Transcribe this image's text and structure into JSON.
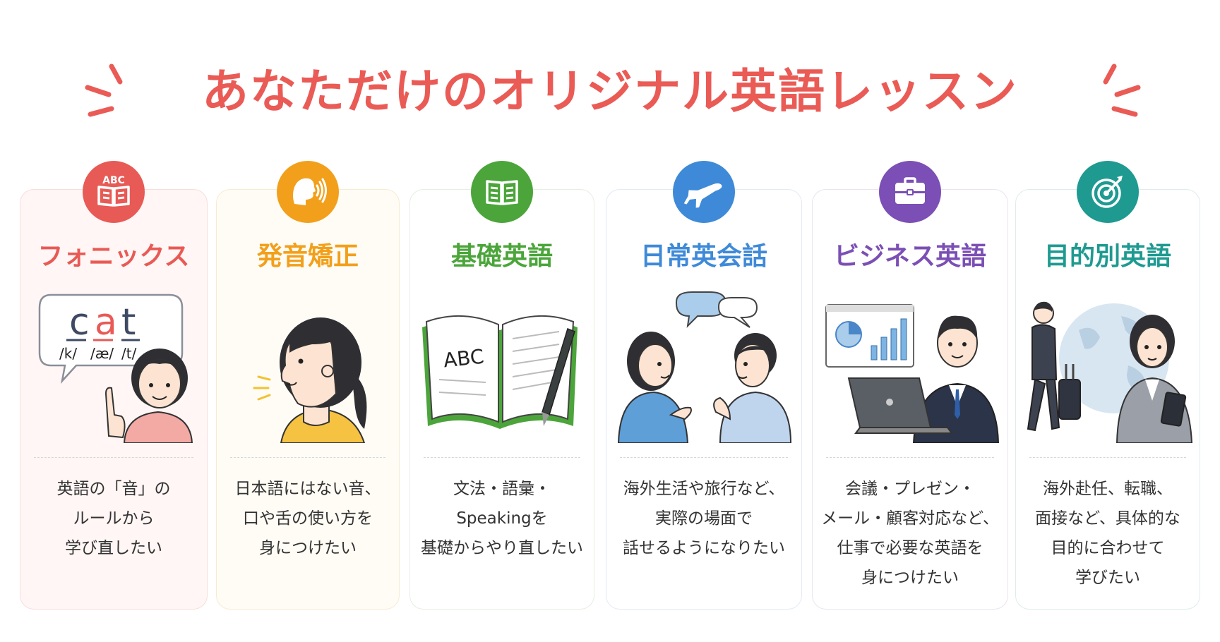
{
  "title": {
    "text": "あなただけのオリジナル英語レッスン",
    "color": "#EA5B56"
  },
  "cards": [
    {
      "title": "フォニックス",
      "accent": "#E85A55",
      "bg": "#FFF6F5",
      "border": "#F7DEDC",
      "badge_icon": "abc-book-icon",
      "badge_text": "ABC",
      "word": {
        "c": "c",
        "a": "a",
        "t": "t"
      },
      "phonemes": [
        "/k/",
        "/æ/",
        "/t/"
      ],
      "desc": [
        "英語の「音」の",
        "ルールから",
        "学び直したい"
      ]
    },
    {
      "title": "発音矯正",
      "accent": "#F2A01B",
      "bg": "#FFFCF5",
      "border": "#F7EBD2",
      "badge_icon": "speaking-head-icon",
      "desc": [
        "日本語にはない音、",
        "口や舌の使い方を",
        "身につけたい"
      ]
    },
    {
      "title": "基礎英語",
      "accent": "#4BA53A",
      "bg": "#FFFFFF",
      "border": "#E6EEE3",
      "badge_icon": "open-book-icon",
      "book_text": "ABC",
      "desc": [
        "文法・語彙・",
        "Speakingを",
        "基礎からやり直したい"
      ]
    },
    {
      "title": "日常英会話",
      "accent": "#3E8AD8",
      "bg": "#FFFFFF",
      "border": "#E2EAF3",
      "badge_icon": "airplane-icon",
      "desc": [
        "海外生活や旅行など、",
        "実際の場面で",
        "話せるようになりたい"
      ]
    },
    {
      "title": "ビジネス英語",
      "accent": "#7B4FB5",
      "bg": "#FFFFFF",
      "border": "#E9E3F1",
      "badge_icon": "briefcase-icon",
      "desc": [
        "会議・プレゼン・",
        "メール・顧客対応など、",
        "仕事で必要な英語を",
        "身につけたい"
      ]
    },
    {
      "title": "目的別英語",
      "accent": "#1E9A91",
      "bg": "#FFFFFF",
      "border": "#DDEDEB",
      "badge_icon": "target-icon",
      "desc": [
        "海外赴任、転職、",
        "面接など、具体的な",
        "目的に合わせて",
        "学びたい"
      ]
    }
  ]
}
